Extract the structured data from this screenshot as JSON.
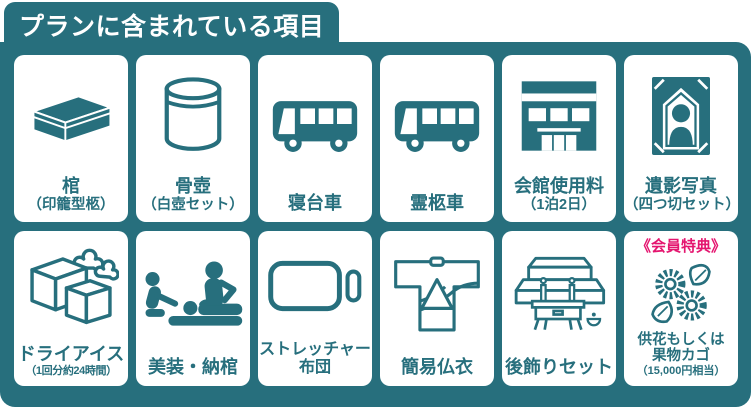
{
  "colors": {
    "teal": "#276F7D",
    "card_background": "#FFFFFF",
    "accent_pink": "#E4156F",
    "header_text": "#FFFFFF"
  },
  "header": {
    "title": "プランに含まれている項目"
  },
  "cards": [
    {
      "icon": "coffin-icon",
      "line1": "棺",
      "line2": "（印籠型柩）"
    },
    {
      "icon": "urn-icon",
      "line1": "骨壺",
      "line2": "（白壺セット）"
    },
    {
      "icon": "sleeping-car-bus-icon",
      "line1": "寝台車"
    },
    {
      "icon": "hearse-bus-icon",
      "line1": "霊柩車"
    },
    {
      "icon": "hall-building-icon",
      "line1": "会館使用料",
      "line2": "（1泊2日）"
    },
    {
      "icon": "memorial-portrait-icon",
      "line1": "遺影写真",
      "line2": "（四つ切セット）"
    },
    {
      "icon": "dry-ice-icon",
      "line1": "ドライアイス",
      "line2": "（1回分約24時間）"
    },
    {
      "icon": "encoffining-people-icon",
      "line1": "美装・納棺"
    },
    {
      "icon": "stretcher-futon-icon",
      "line1": "ストレッチャー",
      "line2": "布団"
    },
    {
      "icon": "burial-garment-icon",
      "line1": "簡易仏衣"
    },
    {
      "icon": "after-altar-icon",
      "line1": "後飾りセット"
    },
    {
      "icon": "flowers-icon",
      "badge": "《会員特典》",
      "line1": "供花もしくは",
      "line2": "果物カゴ",
      "line3": "（15,000円相当）"
    }
  ]
}
